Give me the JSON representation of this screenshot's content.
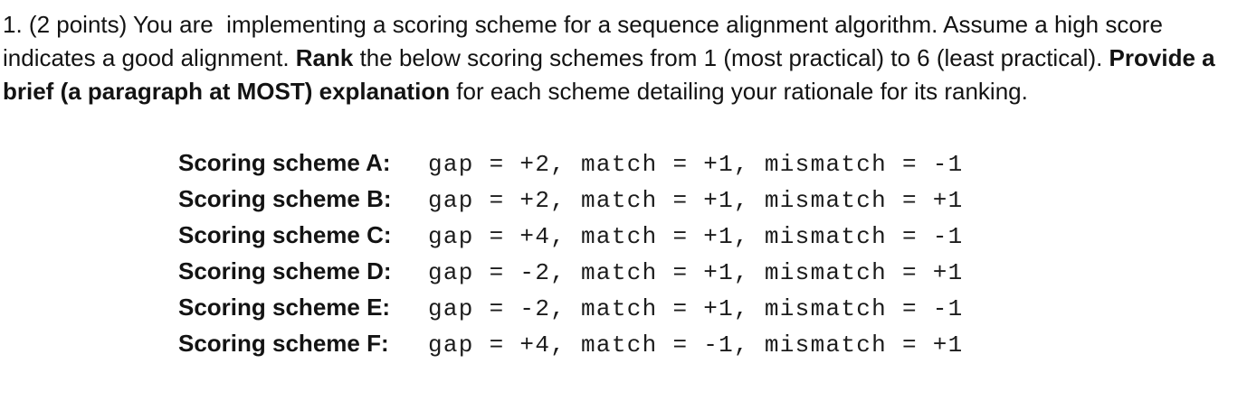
{
  "page": {
    "background": "#ffffff",
    "text_color": "#131313"
  },
  "question": {
    "segments": [
      {
        "text": "1. (2 points) You are  implementing a scoring scheme for a sequence alignment algorithm. Assume a high score indicates a good alignment. ",
        "bold": false
      },
      {
        "text": "Rank",
        "bold": true
      },
      {
        "text": " the below scoring schemes from 1 (most practical) to 6 (least practical). ",
        "bold": false
      },
      {
        "text": "Provide a brief (a paragraph at MOST) explanation",
        "bold": true
      },
      {
        "text": " for each scheme detailing your rationale for its ranking.",
        "bold": false
      }
    ]
  },
  "schemes": [
    {
      "label": "Scoring scheme A:",
      "code": "gap = +2, match = +1, mismatch = -1"
    },
    {
      "label": "Scoring scheme B:",
      "code": "gap = +2, match = +1, mismatch = +1"
    },
    {
      "label": "Scoring scheme C:",
      "code": "gap = +4, match = +1, mismatch = -1"
    },
    {
      "label": "Scoring scheme D:",
      "code": "gap = -2, match = +1, mismatch = +1"
    },
    {
      "label": "Scoring scheme E:",
      "code": "gap = -2, match = +1, mismatch = -1"
    },
    {
      "label": "Scoring scheme F:",
      "code": "gap = +4, match = -1, mismatch = +1"
    }
  ]
}
